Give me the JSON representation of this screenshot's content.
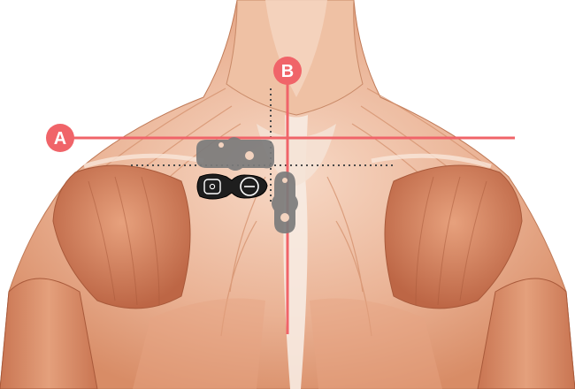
{
  "figure": {
    "subject": "upper-back-muscle-anatomy",
    "markers": [
      {
        "id": "A",
        "label": "A",
        "line": "horizontal-shoulder-line"
      },
      {
        "id": "B",
        "label": "B",
        "line": "vertical-spine-line"
      }
    ],
    "devices": [
      {
        "name": "pad-horizontal-placement",
        "state": "ghost"
      },
      {
        "name": "device-main-unit",
        "state": "active"
      },
      {
        "name": "pad-vertical-placement",
        "state": "ghost"
      }
    ],
    "colors": {
      "background": "#ffffff",
      "skin": "#f1c3a9",
      "muscle_dark": "#c9754f",
      "muscle_mid": "#e0a07e",
      "tendon": "#f7ebe2",
      "guide_line": "#f06469",
      "marker_fill": "#f06469",
      "marker_text": "#ffffff",
      "dotted_guide": "#4a4a4a",
      "ghost_pad": "#7b7b7b",
      "device_body": "#1e1e1e"
    }
  }
}
